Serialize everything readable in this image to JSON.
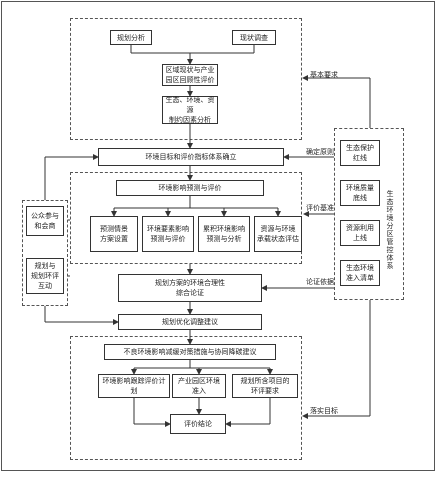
{
  "diagram": {
    "top_group": {
      "plan_analysis": "规划分析",
      "status_survey": "现状调查",
      "regional_review": "区域现状与产业\n园区回顾性评价",
      "constraint_analysis": "生态、环境、资源\n制约因素分析"
    },
    "targets_box": "环境目标和评价指标体系确立",
    "prediction_group": {
      "title": "环境影响预测与评价",
      "items": [
        "预测情景\n方案设置",
        "环境要素影响\n预测与评价",
        "累积环境影响\n预测与分析",
        "资源与环境\n承载状态评估"
      ]
    },
    "rationality_box": "规划方案的环境合理性\n综合论证",
    "optimization_box": "规划优化调整建议",
    "bottom_group": {
      "title": "不良环境影响减缓对策措施与协同降碳建议",
      "items": [
        "环境影响跟踪评价计划",
        "产业园区环境准入",
        "规划所含项目的\n环评要求"
      ],
      "conclusion": "评价结论"
    },
    "left_group": {
      "items": [
        "公众参与\n和会商",
        "规划与\n规划环评\n互动"
      ]
    },
    "right_group": {
      "title": "生态环境分区管控体系",
      "items": [
        "生态保护\n红线",
        "环境质量\n底线",
        "资源利用\n上线",
        "生态环境\n准入清单"
      ]
    },
    "connector_labels": {
      "basic_requirements": "基本要求",
      "determine_principles": "确定原则",
      "evaluation_basis": "评价基准",
      "argument_basis": "论证依据",
      "implement_targets": "落实目标"
    }
  }
}
